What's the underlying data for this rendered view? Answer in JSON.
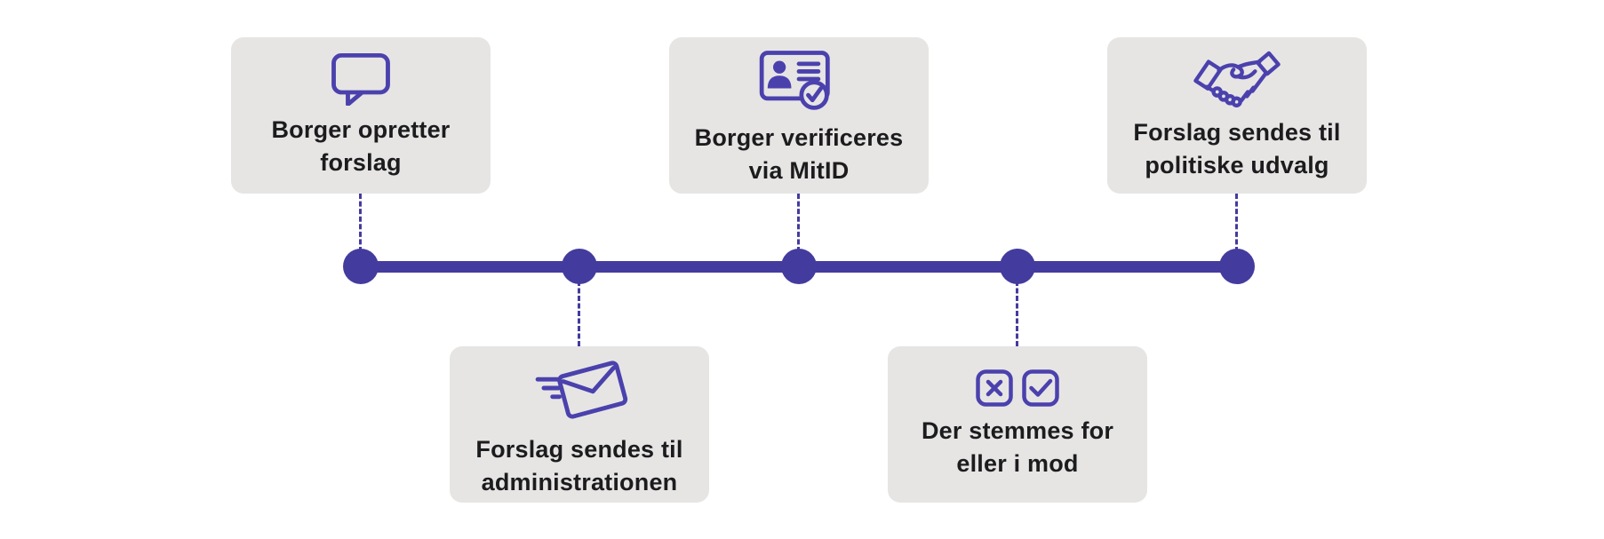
{
  "colors": {
    "bg": "#FFFFFF",
    "card-bg": "#E6E5E4",
    "text": "#1C1C1E",
    "accent": "#443B9E",
    "icon": "#4B41AD"
  },
  "timeline": {
    "node_count": 5,
    "orientation": "horizontal"
  },
  "steps": [
    {
      "step": 1,
      "position": "top",
      "icon": "speech-bubble-icon",
      "line1": "Borger opretter",
      "line2": "forslag"
    },
    {
      "step": 2,
      "position": "bottom",
      "icon": "envelope-send-icon",
      "line1": "Forslag sendes til",
      "line2": "administrationen"
    },
    {
      "step": 3,
      "position": "top",
      "icon": "id-card-verified-icon",
      "line1": "Borger verificeres",
      "line2": "via MitID"
    },
    {
      "step": 4,
      "position": "bottom",
      "icon": "vote-cross-check-icon",
      "line1": "Der stemmes for",
      "line2": "eller i mod"
    },
    {
      "step": 5,
      "position": "top",
      "icon": "handshake-icon",
      "line1": "Forslag sendes til",
      "line2": "politiske udvalg"
    }
  ]
}
